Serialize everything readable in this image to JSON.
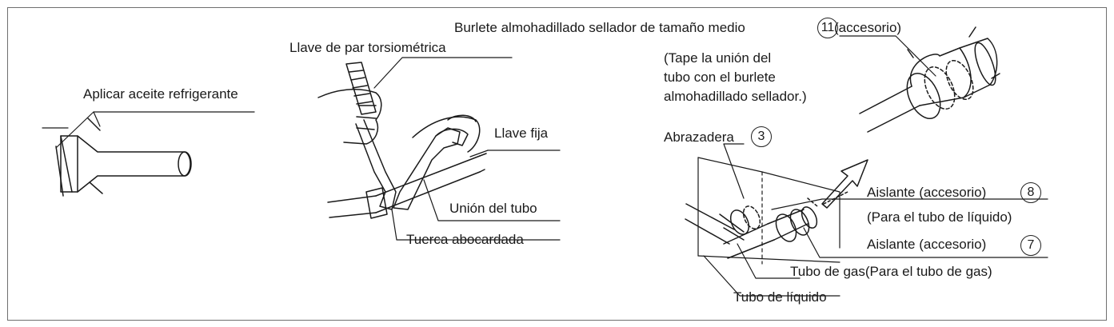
{
  "labels": {
    "sealing_pad": "Burlete almohadillado sellador de tamaño medio",
    "sealing_pad_num": "11",
    "sealing_pad_acc": "(accesorio)",
    "tape_note_1": "(Tape la unión del",
    "tape_note_2": "tubo con el burlete",
    "tape_note_3": "almohadillado sellador.)",
    "torque_wrench": "Llave de par torsiométrica",
    "apply_oil": "Aplicar aceite refrigerante",
    "spanner": "Llave fija",
    "pipe_union": "Unión del tubo",
    "flare_nut": "Tuerca abocardada",
    "clamp": "Abrazadera",
    "clamp_num": "3",
    "insulation_8": "Aislante (accesorio)",
    "insulation_8_num": "8",
    "liquid_pipe_note": "(Para el tubo de líquido)",
    "insulation_7": "Aislante (accesorio)",
    "insulation_7_num": "7",
    "gas_pipe": "Tubo de gas(Para el tubo de gas)",
    "liquid_pipe": "Tubo de líquido"
  },
  "colors": {
    "line": "#1a1a1a",
    "frame": "#6f6f6f",
    "background": "#ffffff"
  }
}
